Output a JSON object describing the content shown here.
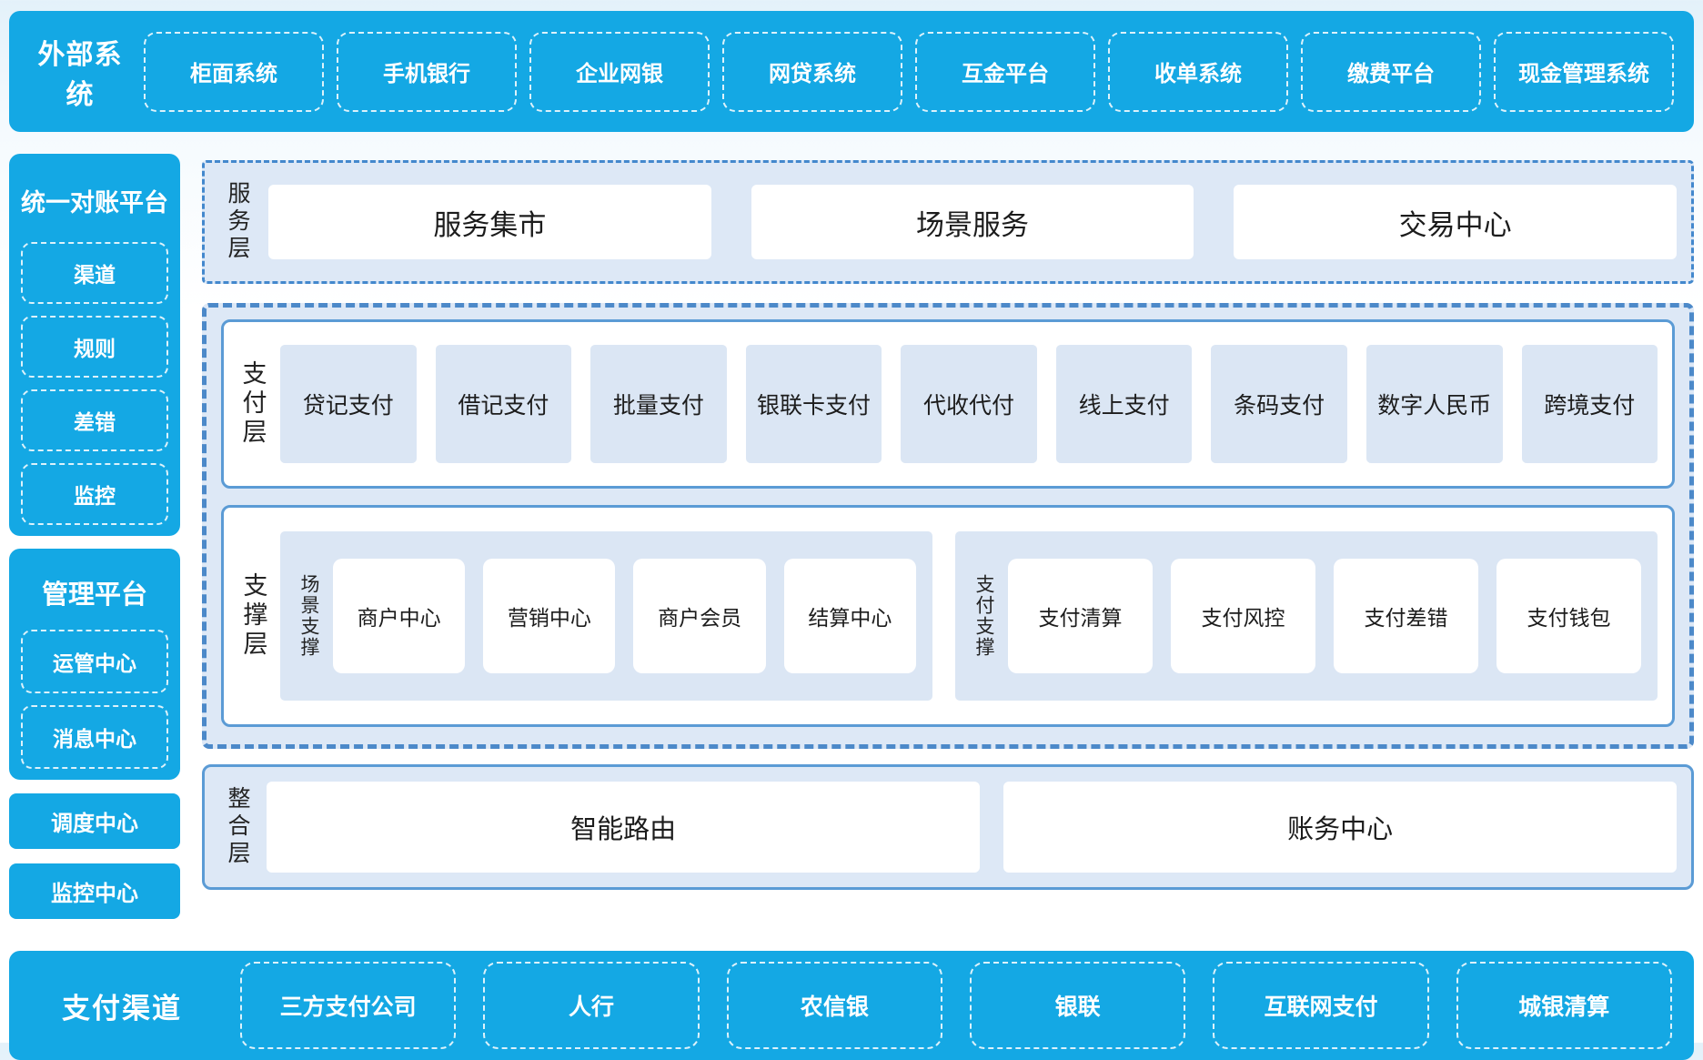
{
  "colors": {
    "bar_blue": "#14a8e4",
    "panel_light_blue": "#dde8f6",
    "tile_light_blue": "#dbe6f4",
    "solid_border_blue": "#5b9bd5",
    "dashed_border_blue": "#4c89c9",
    "white": "#ffffff"
  },
  "top_bar": {
    "title": "外部系统",
    "items": [
      "柜面系统",
      "手机银行",
      "企业网银",
      "网贷系统",
      "互金平台",
      "收单系统",
      "缴费平台",
      "现金管理系统"
    ]
  },
  "sidebar": {
    "reconciliation": {
      "title": "统一对账平台",
      "items": [
        "渠道",
        "规则",
        "差错",
        "监控"
      ]
    },
    "management": {
      "title": "管理平台",
      "items": [
        "运管中心",
        "消息中心"
      ]
    },
    "standalone": [
      "调度中心",
      "监控中心"
    ]
  },
  "layers": {
    "service": {
      "label": "服务层",
      "items": [
        "服务集市",
        "场景服务",
        "交易中心"
      ]
    },
    "payment": {
      "label": "支付层",
      "items": [
        "贷记支付",
        "借记支付",
        "批量支付",
        "银联卡支付",
        "代收代付",
        "线上支付",
        "条码支付",
        "数字人民币",
        "跨境支付"
      ]
    },
    "support": {
      "label": "支撑层",
      "groups": [
        {
          "label": "场景支撑",
          "items": [
            "商户中心",
            "营销中心",
            "商户会员",
            "结算中心"
          ]
        },
        {
          "label": "支付支撑",
          "items": [
            "支付清算",
            "支付风控",
            "支付差错",
            "支付钱包"
          ]
        }
      ]
    },
    "integration": {
      "label": "整合层",
      "items": [
        "智能路由",
        "账务中心"
      ]
    }
  },
  "bottom_bar": {
    "title": "支付渠道",
    "items": [
      "三方支付公司",
      "人行",
      "农信银",
      "银联",
      "互联网支付",
      "城银清算"
    ]
  }
}
